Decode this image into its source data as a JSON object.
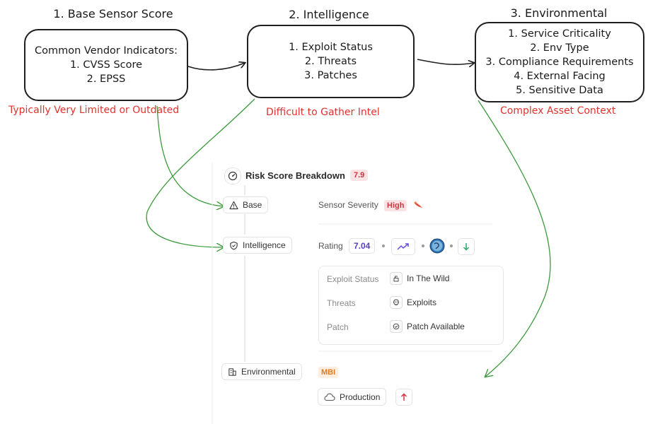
{
  "columns": [
    {
      "title": "1. Base Sensor Score",
      "box_lines": [
        "Common Vendor Indicators:",
        "1. CVSS Score",
        "2. EPSS"
      ],
      "note": "Typically Very Limited or Outdated"
    },
    {
      "title": "2. Intelligence",
      "box_lines": [
        "1. Exploit Status",
        "2. Threats",
        "3. Patches"
      ],
      "note": "Difficult to Gather Intel"
    },
    {
      "title": "3. Environmental",
      "box_lines": [
        "1. Service Criticality",
        "2. Env Type",
        "3. Compliance Requirements",
        "4. External Facing",
        "5. Sensitive Data"
      ],
      "note": "Complex Asset Context"
    }
  ],
  "card": {
    "title": "Risk Score Breakdown",
    "score": "7.9",
    "sections": {
      "base": {
        "label": "Base",
        "field": "Sensor Severity",
        "severity": "High"
      },
      "intelligence": {
        "label": "Intelligence",
        "rating_label": "Rating",
        "rating_value": "7.04",
        "rows": [
          {
            "key": "Exploit Status",
            "value": "In The Wild"
          },
          {
            "key": "Threats",
            "value": "Exploits"
          },
          {
            "key": "Patch",
            "value": "Patch Available"
          }
        ]
      },
      "environmental": {
        "label": "Environmental",
        "tag": "MBI",
        "env": "Production"
      }
    }
  },
  "colors": {
    "note_red": "#e0332e",
    "arrow_green": "#3d9a3d",
    "badge_red": "#d0343f",
    "rating_purple": "#5a3ec8",
    "mbi_orange": "#e07b25"
  }
}
